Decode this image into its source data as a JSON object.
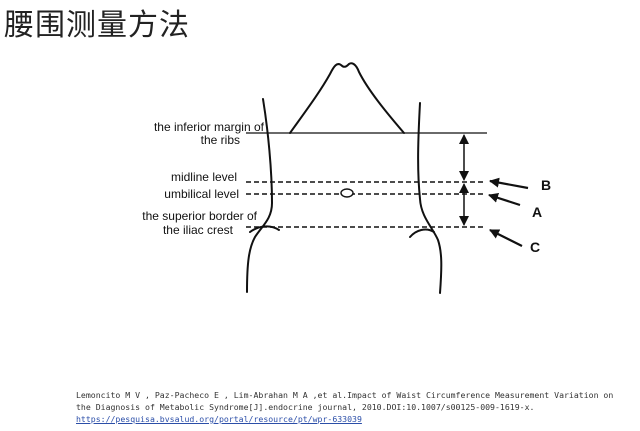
{
  "title": "腰围测量方法",
  "labels": {
    "ribs_line1": "the inferior margin of",
    "ribs_line2": "the ribs",
    "midline": "midline level",
    "umbilical": "umbilical level",
    "iliac_line1": "the superior border of",
    "iliac_line2": "the iliac crest"
  },
  "markers": {
    "a": "A",
    "b": "B",
    "c": "C"
  },
  "citation": {
    "line1": "Lemoncito M V , Paz-Pacheco E , Lim-Abrahan M A ,et al.Impact of Waist Circumference Measurement Variation on",
    "line2": "the Diagnosis of Metabolic Syndrome[J].endocrine journal, 2010.DOI:10.1007/s00125-009-1619-x.",
    "link": "https://pesquisa.bvsalud.org/portal/resource/pt/wpr-633039"
  }
}
